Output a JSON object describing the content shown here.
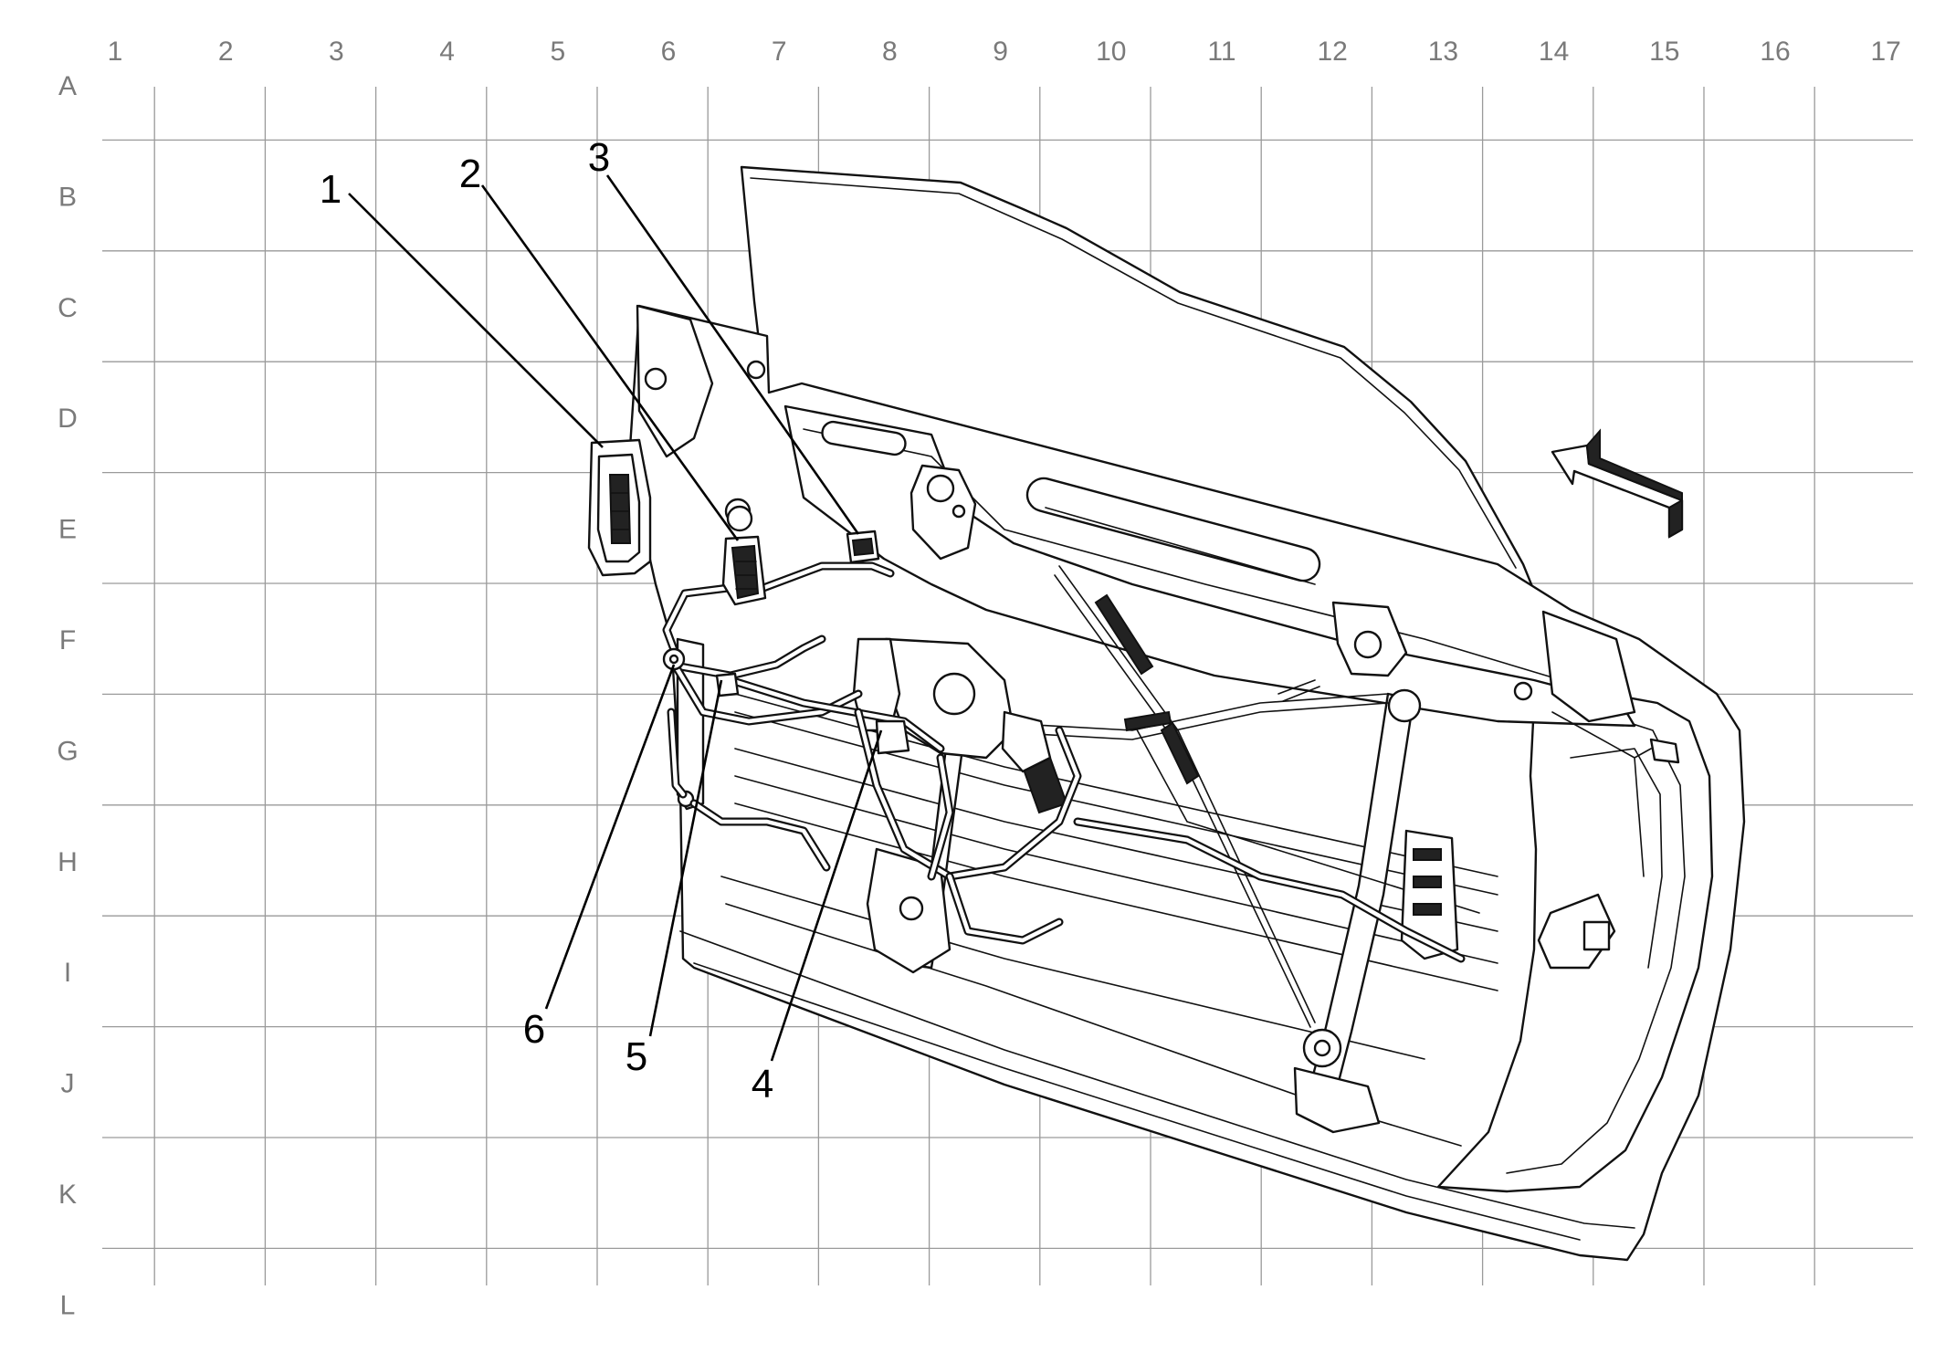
{
  "grid": {
    "columns": [
      "1",
      "2",
      "3",
      "4",
      "5",
      "6",
      "7",
      "8",
      "9",
      "10",
      "11",
      "12",
      "13",
      "14",
      "15",
      "16",
      "17"
    ],
    "rows": [
      "A",
      "B",
      "C",
      "D",
      "E",
      "F",
      "G",
      "H",
      "I",
      "J",
      "K",
      "L"
    ]
  },
  "callouts": [
    "1",
    "2",
    "3",
    "4",
    "5",
    "6"
  ]
}
